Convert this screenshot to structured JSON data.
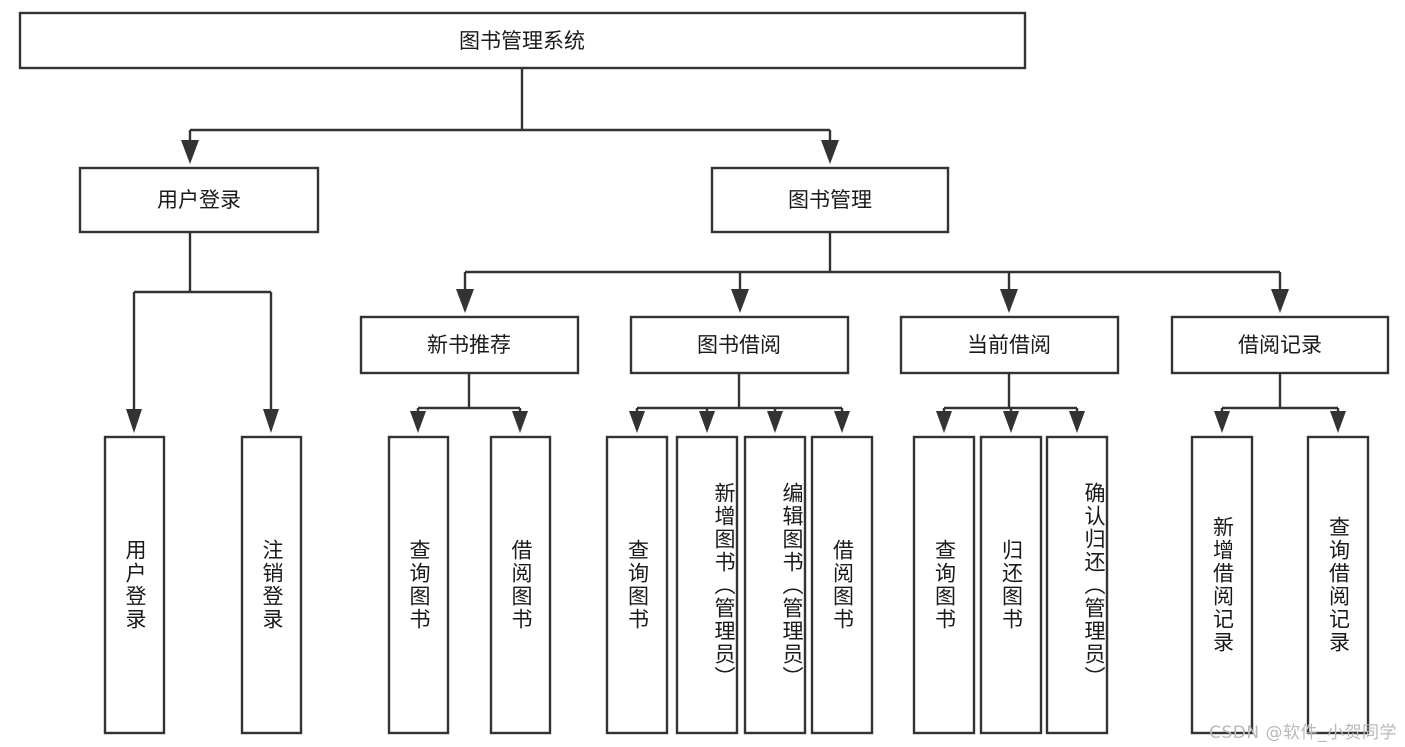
{
  "diagram": {
    "title": "图书管理系统",
    "watermark": "CSDN @软件_小贺同学",
    "colors": {
      "stroke": "#333333",
      "box_fill": "#ffffff",
      "text": "#1a1a1a",
      "watermark": "#b9b9b9",
      "background": "#ffffff"
    },
    "root": {
      "label": "图书管理系统"
    },
    "level2": [
      {
        "label": "用户登录"
      },
      {
        "label": "图书管理"
      }
    ],
    "level3": [
      {
        "label": "新书推荐"
      },
      {
        "label": "图书借阅"
      },
      {
        "label": "当前借阅"
      },
      {
        "label": "借阅记录"
      }
    ],
    "leaves": [
      {
        "label": "用户登录",
        "parent": "用户登录"
      },
      {
        "label": "注销登录",
        "parent": "用户登录"
      },
      {
        "label": "查询图书",
        "parent": "新书推荐"
      },
      {
        "label": "借阅图书",
        "parent": "新书推荐"
      },
      {
        "label": "查询图书",
        "parent": "图书借阅"
      },
      {
        "label": "新增图书（管理员）",
        "parent": "图书借阅"
      },
      {
        "label": "编辑图书（管理员）",
        "parent": "图书借阅"
      },
      {
        "label": "借阅图书",
        "parent": "图书借阅"
      },
      {
        "label": "查询图书",
        "parent": "当前借阅"
      },
      {
        "label": "归还图书",
        "parent": "当前借阅"
      },
      {
        "label": "确认归还（管理员）",
        "parent": "当前借阅"
      },
      {
        "label": "新增借阅记录",
        "parent": "借阅记录"
      },
      {
        "label": "查询借阅记录",
        "parent": "借阅记录"
      }
    ]
  }
}
